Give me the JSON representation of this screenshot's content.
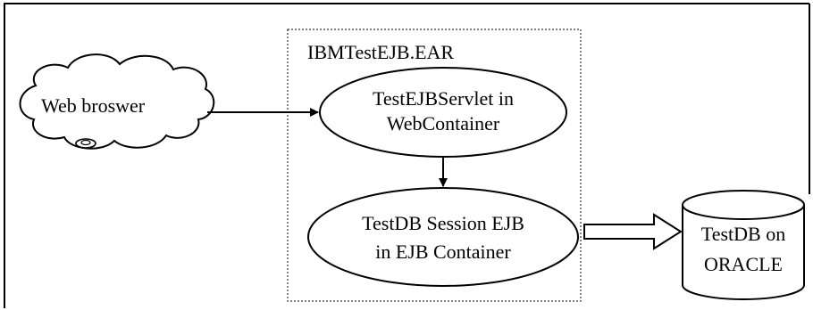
{
  "ear": {
    "title": "IBMTestEJB.EAR"
  },
  "nodes": {
    "browser": {
      "label": "Web broswer"
    },
    "servlet": {
      "line1": "TestEJBServlet in",
      "line2": "WebContainer"
    },
    "session_ejb": {
      "line1": "TestDB Session EJB",
      "line2": "in EJB Container"
    },
    "database": {
      "line1": "TestDB on",
      "line2": "ORACLE"
    }
  },
  "edges": [
    {
      "from": "browser",
      "to": "servlet",
      "style": "solid-arrow"
    },
    {
      "from": "servlet",
      "to": "session_ejb",
      "style": "solid-arrow"
    },
    {
      "from": "session_ejb",
      "to": "database",
      "style": "hollow-block-arrow"
    }
  ]
}
